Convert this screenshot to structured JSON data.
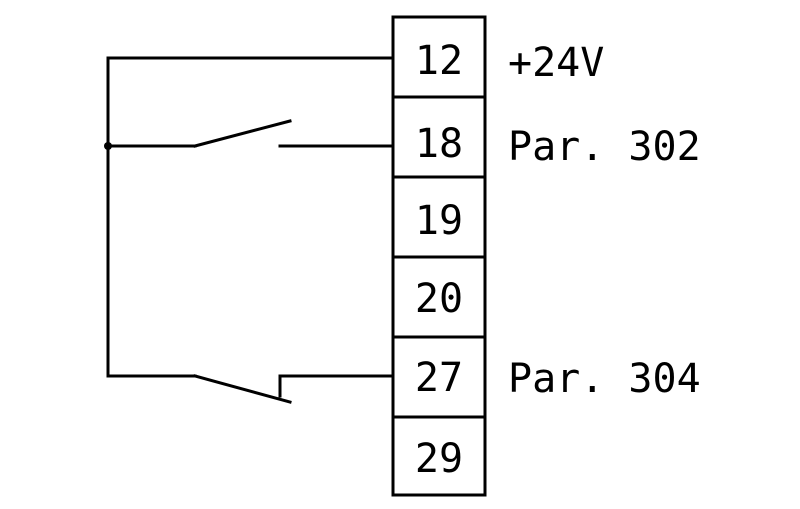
{
  "terminals": [
    {
      "number": "12",
      "label": "+24V"
    },
    {
      "number": "18",
      "label": "Par. 302"
    },
    {
      "number": "19",
      "label": ""
    },
    {
      "number": "20",
      "label": ""
    },
    {
      "number": "27",
      "label": "Par. 304"
    },
    {
      "number": "29",
      "label": ""
    }
  ]
}
